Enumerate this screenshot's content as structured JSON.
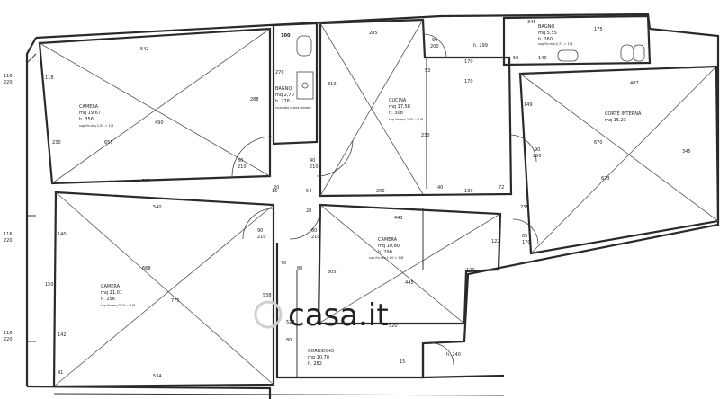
{
  "rooms": [
    {
      "name": "CAMERA",
      "area": "mq 19,67",
      "height": "h. 356",
      "note": "sup.fin.mq 2,55 = 1/8"
    },
    {
      "name": "BAGNO",
      "area": "mq 2,70",
      "height": "h. 276",
      "note": "ricambio d'aria forzato"
    },
    {
      "name": "CUCINA",
      "area": "mq 17,58",
      "height": "h. 308",
      "note": "sup.fin.mq 2,55 = 1/8"
    },
    {
      "name": "BAGNO",
      "area": "mq 5,55",
      "height": "h. 260",
      "note": "sup.fin.mq 0,72 = 1/8"
    },
    {
      "name": "CORTE INTERNA",
      "area": "mq 15,23",
      "height": "",
      "note": ""
    },
    {
      "name": "CAMERA",
      "area": "mq 21,01",
      "height": "h. 256",
      "note": "sup.fin.mq 3,10 = 1/8"
    },
    {
      "name": "CAMERA",
      "area": "mq 10,80",
      "height": "h. 290",
      "note": "sup.fin.mq 1,60 = 1/8"
    },
    {
      "name": "CORRIDOIO",
      "area": "mq 10,70",
      "height": "h. 282",
      "note": ""
    }
  ],
  "dims": {
    "d542": "542",
    "d118": "118",
    "d230": "230",
    "d288": "288",
    "d490": "490",
    "d655": "655",
    "d512": "512",
    "d100": "100",
    "d270": "270",
    "d285": "285",
    "d310": "310",
    "d90a": "90",
    "d200": "200",
    "h299": "h. 299",
    "d170a": "170",
    "d53": "53",
    "d170b": "170",
    "d230b": "230",
    "d50": "50",
    "d140": "140",
    "d345": "345",
    "d175": "175",
    "d487": "487",
    "d149": "149",
    "d670": "670",
    "d673": "673",
    "d345b": "345",
    "d90b": "90",
    "d250": "250",
    "d235": "235",
    "d85": "85",
    "d170c": "170",
    "d80a": "80",
    "d210a": "210",
    "d40": "40",
    "d210b": "210",
    "d20": "20",
    "d54": "54",
    "d28": "28",
    "d40b": "40",
    "d200b": "200",
    "d130": "130",
    "d72": "72",
    "d540": "540",
    "d140b": "140",
    "d150": "150",
    "d142": "142",
    "d668": "668",
    "d775": "775",
    "d534": "534",
    "d41": "41",
    "d90c": "90",
    "d210c": "210",
    "d80b": "80",
    "d210d": "210",
    "d443": "443",
    "d305": "305",
    "d122": "122",
    "d120": "120",
    "d445": "445",
    "d520": "520",
    "d80c": "80",
    "d70": "70",
    "d538": "538",
    "d527": "527",
    "d80d": "80",
    "h240": "h. 240",
    "d116a": "116",
    "d220a": "220",
    "d116b": "116",
    "d220b": "220",
    "d116c": "116",
    "d220c": "220",
    "d16": "16",
    "d15": "15"
  },
  "watermark": "casa.it"
}
